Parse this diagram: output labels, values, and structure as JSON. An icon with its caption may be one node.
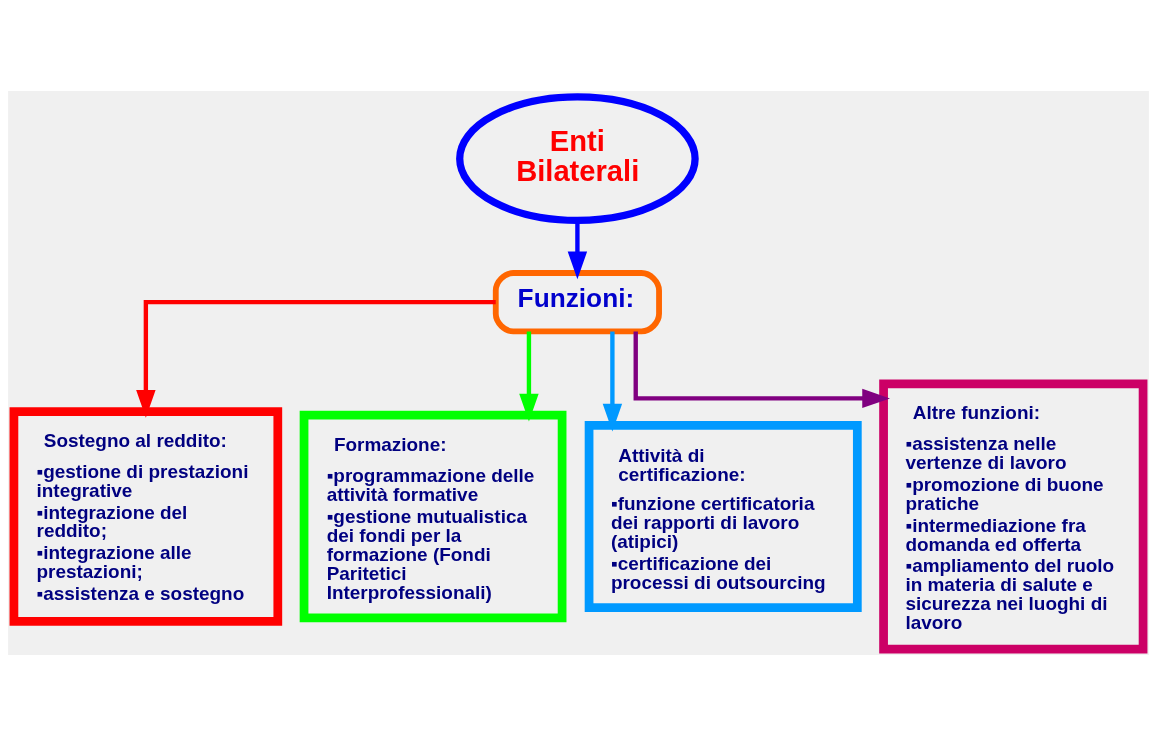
{
  "diagram": {
    "nodes": [
      {
        "text": [
          "Enti Bilaterali"
        ]
      },
      {
        "text": [
          "Funzioni:"
        ]
      },
      {
        "text": [
          "Sostegno al reddito:",
          "▪gestione di prestazioni integrative",
          "▪integrazione del reddito;",
          "▪integrazione alle prestazioni;",
          "▪assistenza e sostegno"
        ]
      },
      {
        "text": [
          "Formazione:",
          "▪programmazione delle attività formative",
          "▪gestione mutualistica dei fondi per la formazione (Fondi Paritetici Interprofessionali)"
        ]
      },
      {
        "text": [
          "Attività di certificazione:",
          "▪funzione certificatoria dei rapporti di lavoro (atipici)",
          "▪certificazione dei processi di outsourcing"
        ]
      },
      {
        "text": [
          "Altre funzioni:",
          "▪assistenza nelle vertenze di lavoro",
          "▪promozione di buone pratiche",
          "▪intermediazione fra domanda ed offerta",
          "▪ampliamento del ruolo in materia di salute e sicurezza nei luoghi di lavoro"
        ]
      }
    ],
    "edges": [
      {
        "from": 0,
        "to": 1,
        "arrow": "to"
      },
      {
        "from": 1,
        "to": 2,
        "arrow": "to",
        "color": "#ff0000"
      },
      {
        "from": 1,
        "to": 3,
        "arrow": "to",
        "color": "#00ff00"
      },
      {
        "from": 1,
        "to": 4,
        "arrow": "to",
        "color": "#0099ff"
      },
      {
        "from": 1,
        "to": 5,
        "arrow": "to",
        "color": "#800080"
      }
    ]
  }
}
